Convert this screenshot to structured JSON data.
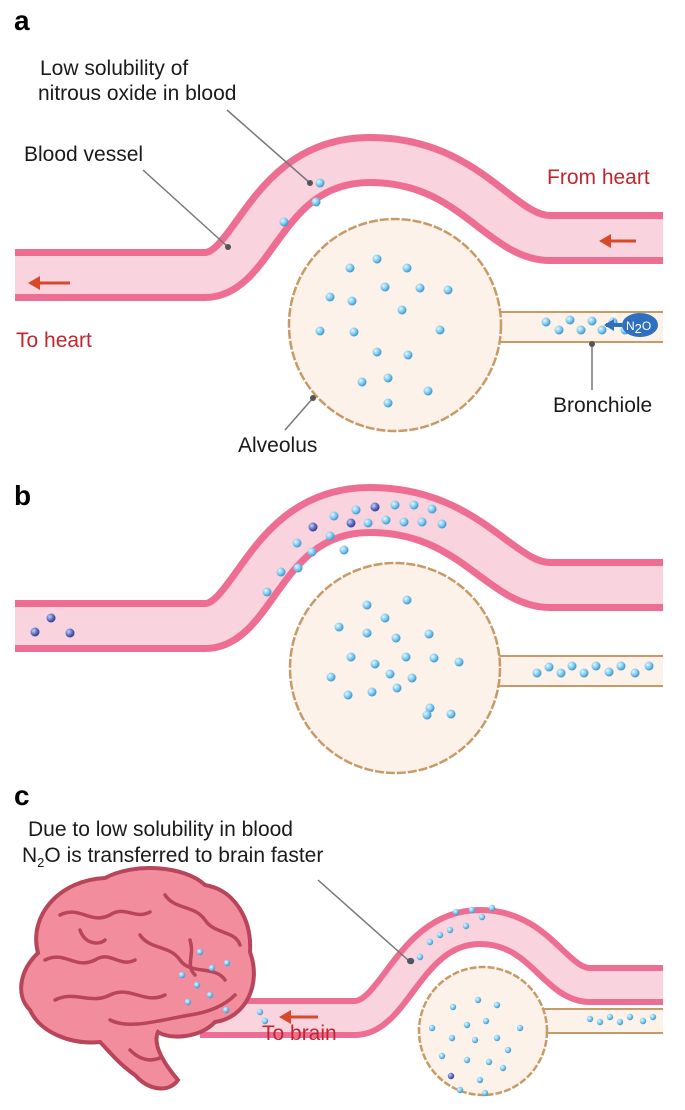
{
  "panels": {
    "a": {
      "label": "a",
      "annotation_line1": "Low solubility of",
      "annotation_line2": "nitrous oxide in blood",
      "blood_vessel": "Blood vessel",
      "from_heart": "From heart",
      "to_heart": "To heart",
      "alveolus": "Alveolus",
      "bronchiole": "Bronchiole",
      "n2o_badge": {
        "n": "N",
        "sub": "2",
        "o": "O"
      }
    },
    "b": {
      "label": "b"
    },
    "c": {
      "label": "c",
      "annotation_line1": "Due to low solubility in blood",
      "annotation_line2_n": "N",
      "annotation_line2_sub": "2",
      "annotation_line2_rest": "O is transferred to brain faster",
      "to_brain": "To brain"
    }
  },
  "colors": {
    "vessel_fill": "#f9d3de",
    "vessel_wall": "#ee6e93",
    "alveolus_fill": "#fdf2ea",
    "alveolus_border": "#c79a68",
    "molecule_light": "#7cc8ef",
    "molecule_dark": "#5a6fc2",
    "arrow": "#d64a2a",
    "label_red": "#c0262e",
    "brain_fill": "#f28d9d",
    "brain_line": "#b8455a"
  }
}
